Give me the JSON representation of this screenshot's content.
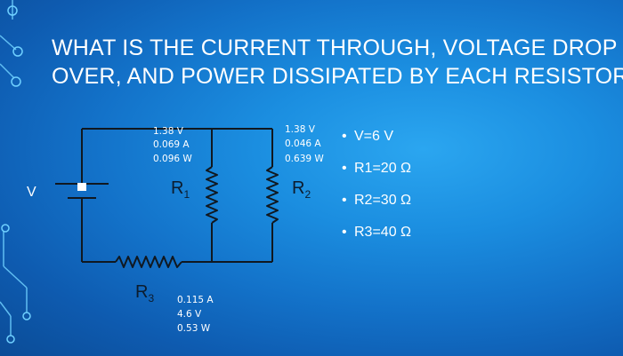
{
  "slide": {
    "title_lines": [
      "WHAT IS THE CURRENT THROUGH, VOLTAGE DROP",
      "OVER, AND POWER DISSIPATED BY EACH RESISTOR?"
    ],
    "bg_colors": [
      "#2ba6f0",
      "#1372c9",
      "#0b4c97"
    ]
  },
  "circuit": {
    "source_label": "V",
    "r1": {
      "label_main": "R",
      "label_sub": "1",
      "values": [
        "1.38 V",
        "0.069 A",
        "0.096 W"
      ]
    },
    "r2": {
      "label_main": "R",
      "label_sub": "2",
      "values": [
        "1.38 V",
        "0.046 A",
        "0.639 W"
      ]
    },
    "r3": {
      "label_main": "R",
      "label_sub": "3",
      "values": [
        "0.115 A",
        "4.6 V",
        "0.53 W"
      ]
    }
  },
  "givens": [
    "V=6 V",
    "R1=20 Ω",
    "R2=30 Ω",
    "R3=40 Ω"
  ],
  "icons": {
    "bullet": "bullet-dot"
  }
}
